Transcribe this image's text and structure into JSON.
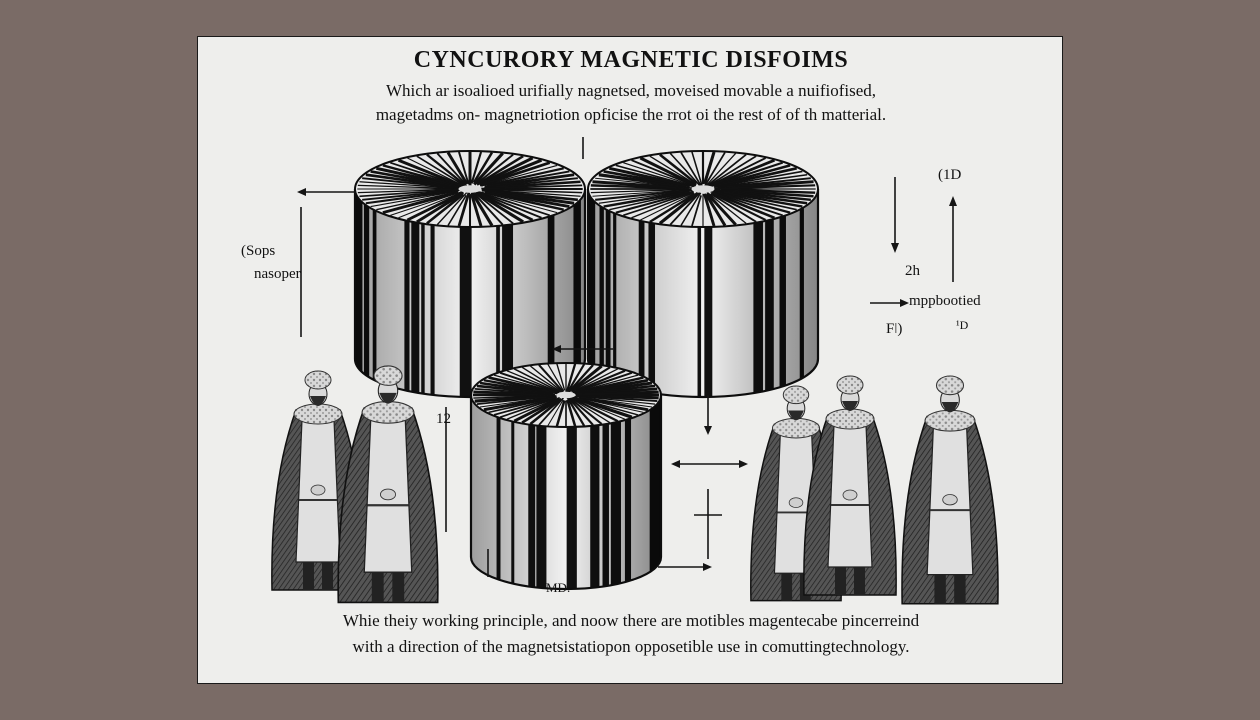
{
  "diagram": {
    "title": "CYNCURORY MAGNETIC DISFOIMS",
    "subtitle_line1": "Which ar isoalioed urifially nagnetsed,    moveised  movable  a nuifiofised,",
    "subtitle_line2": "magetadms on- magnetriotion opficise the rrot oi the rest of of th matterial.",
    "footer_line1": "Whie theiy  working   principle, and noow there are motibles magentecabe pincerreind",
    "footer_line2": "with  a  direction   of the magnetsistatiopon opposetible use  in  comuttingtechnology.",
    "labels": {
      "left_top": "(Sops",
      "left_bottom": "nasoper",
      "right_top": "(1D",
      "right_2h": "2h",
      "right_mid": "mppbootied",
      "right_f": "Fǀ)",
      "right_small": "¹D",
      "center_12": "12",
      "bottom_mo": "MD."
    },
    "colors": {
      "background": "#7a6b66",
      "paper": "#eeeeec",
      "ink": "#121212"
    }
  }
}
